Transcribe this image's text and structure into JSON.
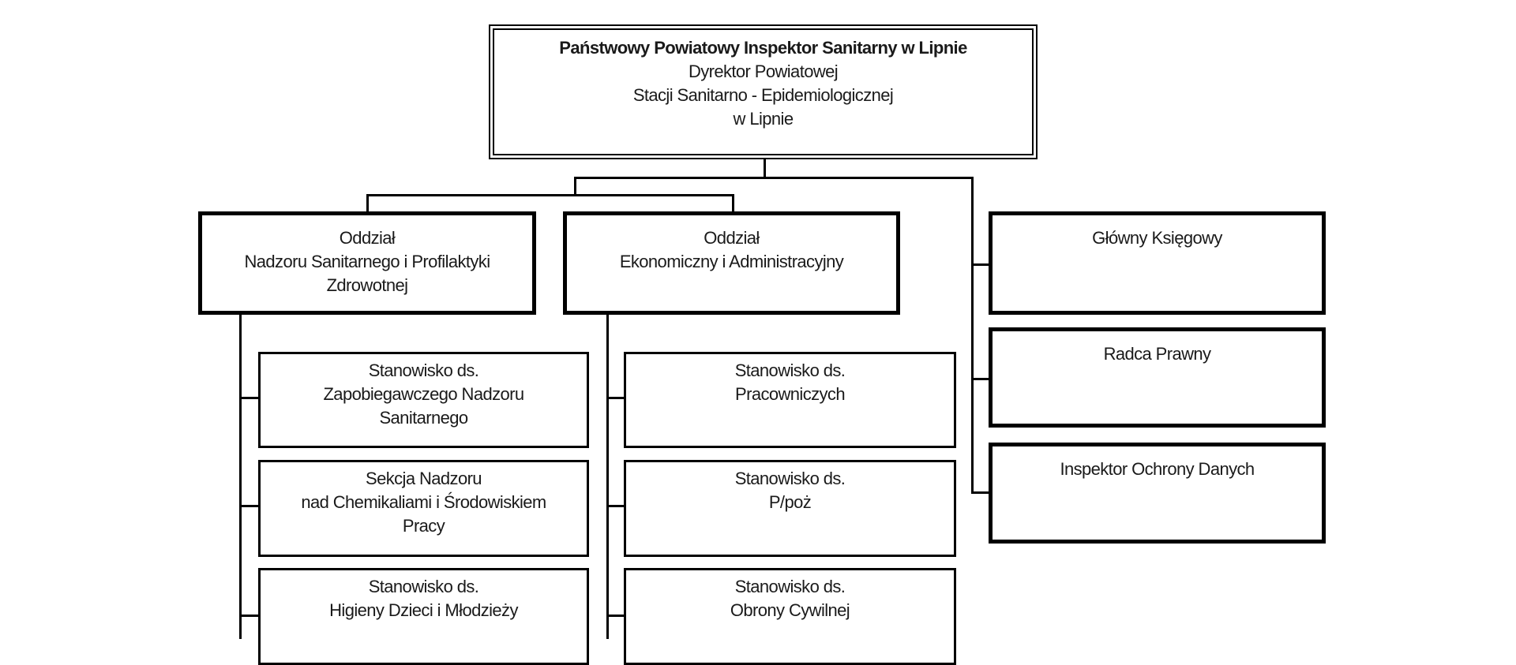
{
  "chart": {
    "head": {
      "title": "Państwowy Powiatowy Inspektor Sanitarny w Lipnie",
      "lines": [
        "Dyrektor Powiatowej",
        "Stacji Sanitarno - Epidemiologicznej",
        "w Lipnie"
      ]
    },
    "departments": [
      {
        "lines": [
          "Oddział",
          "Nadzoru Sanitarnego i Profilaktyki",
          "Zdrowotnej"
        ],
        "units": [
          {
            "lines": [
              "Stanowisko ds.",
              "Zapobiegawczego Nadzoru",
              "Sanitarnego"
            ]
          },
          {
            "lines": [
              "Sekcja Nadzoru",
              "nad Chemikaliami i Środowiskiem",
              "Pracy"
            ]
          },
          {
            "lines": [
              "Stanowisko ds.",
              "Higieny Dzieci i Młodzieży"
            ]
          }
        ]
      },
      {
        "lines": [
          "Oddział",
          "Ekonomiczny i Administracyjny"
        ],
        "units": [
          {
            "lines": [
              "Stanowisko ds.",
              "Pracowniczych"
            ]
          },
          {
            "lines": [
              "Stanowisko ds.",
              "P/poż"
            ]
          },
          {
            "lines": [
              "Stanowisko ds.",
              "Obrony Cywilnej"
            ]
          }
        ]
      }
    ],
    "independent_positions": [
      {
        "label": "Główny Księgowy"
      },
      {
        "label": "Radca Prawny"
      },
      {
        "label": "Inspektor Ochrony Danych"
      }
    ]
  }
}
